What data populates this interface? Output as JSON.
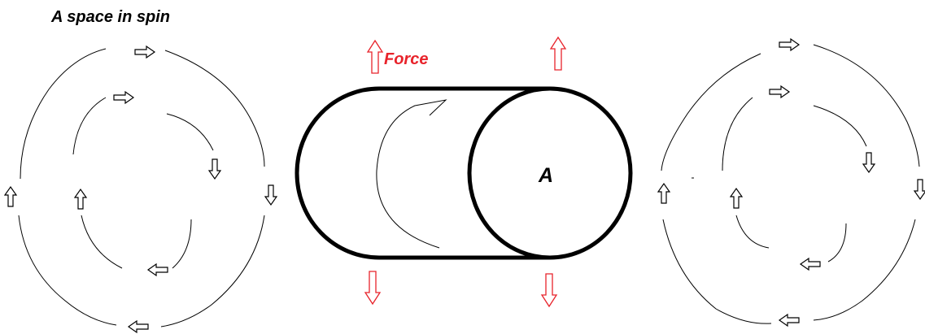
{
  "title": "A space in spin",
  "force_label": "Force",
  "cylinder_label": "A",
  "colors": {
    "force": "#e8232b",
    "line": "#000000",
    "background": "#ffffff"
  },
  "icons": [
    "hollow-arrow-right-icon",
    "hollow-arrow-left-icon",
    "hollow-arrow-up-icon",
    "hollow-arrow-down-icon",
    "curved-arrow-icon"
  ]
}
